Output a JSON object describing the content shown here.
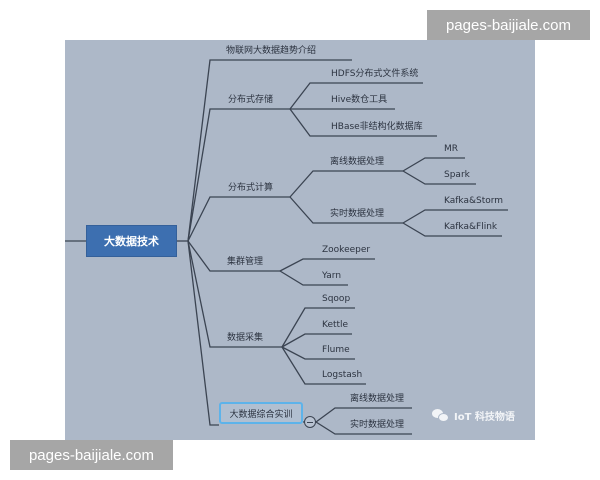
{
  "watermarks": {
    "top_right": "pages-baijiale.com",
    "bottom_left": "pages-baijiale.com"
  },
  "brand": {
    "icon": "wechat-icon",
    "label": "IoT 科技物语"
  },
  "colors": {
    "canvas_bg": "#adb8c8",
    "root_bg": "#3d6fb0",
    "line": "#3b4452",
    "selected_border": "#5db3ea"
  },
  "mindmap": {
    "root": "大数据技术",
    "branches": [
      {
        "label": "物联网大数据趋势介绍",
        "children": []
      },
      {
        "label": "分布式存储",
        "children": [
          {
            "label": "HDFS分布式文件系统"
          },
          {
            "label": "Hive数仓工具"
          },
          {
            "label": "HBase非结构化数据库"
          }
        ]
      },
      {
        "label": "分布式计算",
        "children": [
          {
            "label": "离线数据处理",
            "children": [
              {
                "label": "MR"
              },
              {
                "label": "Spark"
              }
            ]
          },
          {
            "label": "实时数据处理",
            "children": [
              {
                "label": "Kafka&Storm"
              },
              {
                "label": "Kafka&Flink"
              }
            ]
          }
        ]
      },
      {
        "label": "集群管理",
        "children": [
          {
            "label": "Zookeeper"
          },
          {
            "label": "Yarn"
          }
        ]
      },
      {
        "label": "数据采集",
        "children": [
          {
            "label": "Sqoop"
          },
          {
            "label": "Kettle"
          },
          {
            "label": "Flume"
          },
          {
            "label": "Logstash"
          }
        ]
      },
      {
        "label": "大数据综合实训",
        "selected": true,
        "collapsed_toggle": "minus",
        "children": [
          {
            "label": "离线数据处理"
          },
          {
            "label": "实时数据处理"
          }
        ]
      }
    ]
  }
}
